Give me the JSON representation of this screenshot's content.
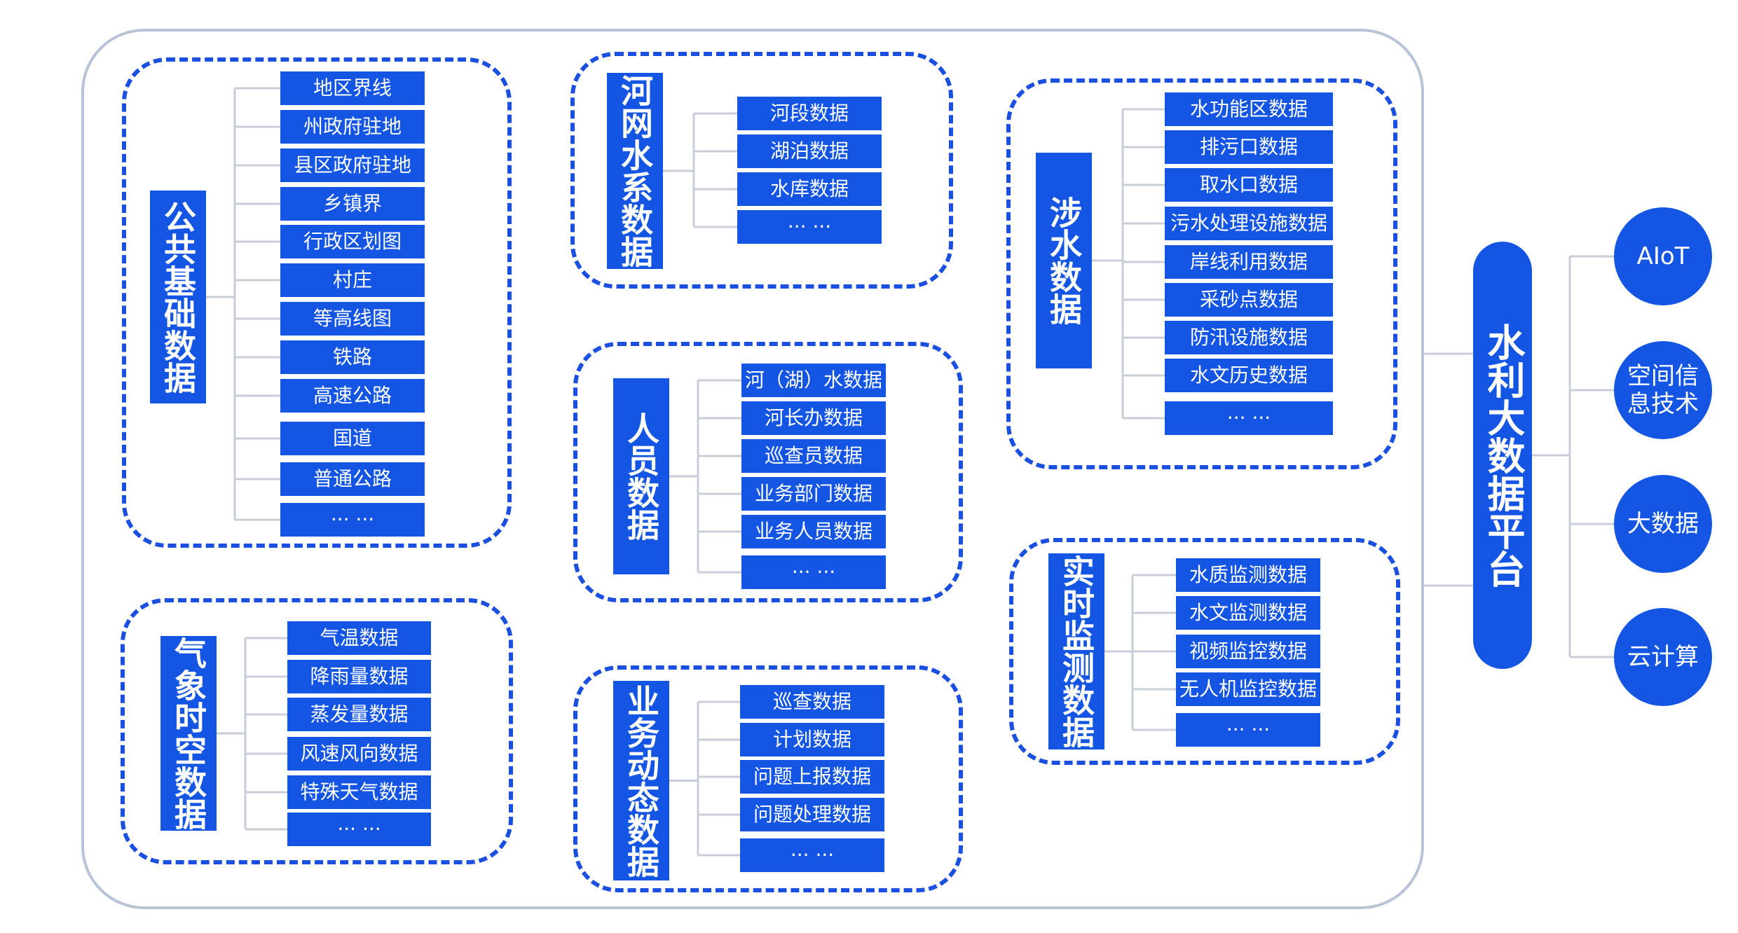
{
  "platform_title": "水利大数据平台",
  "technologies": [
    "AIoT",
    "空间信息技术",
    "大数据",
    "云计算"
  ],
  "groups": [
    {
      "title": "公共基础数据",
      "items": [
        "地区界线",
        "州政府驻地",
        "县区政府驻地",
        "乡镇界",
        "行政区划图",
        "村庄",
        "等高线图",
        "铁路",
        "高速公路",
        "国道",
        "普通公路",
        "··· ···"
      ]
    },
    {
      "title": "气象时空数据",
      "items": [
        "气温数据",
        "降雨量数据",
        "蒸发量数据",
        "风速风向数据",
        "特殊天气数据",
        "··· ···"
      ]
    },
    {
      "title": "河网水系数据",
      "items": [
        "河段数据",
        "湖泊数据",
        "水库数据",
        "··· ···"
      ]
    },
    {
      "title": "人员数据",
      "items": [
        "河（湖）水数据",
        "河长办数据",
        "巡查员数据",
        "业务部门数据",
        "业务人员数据",
        "··· ···"
      ]
    },
    {
      "title": "业务动态数据",
      "items": [
        "巡查数据",
        "计划数据",
        "问题上报数据",
        "问题处理数据",
        "··· ···"
      ]
    },
    {
      "title": "涉水数据",
      "items": [
        "水功能区数据",
        "排污口数据",
        "取水口数据",
        "污水处理设施数据",
        "岸线利用数据",
        "采砂点数据",
        "防汛设施数据",
        "水文历史数据",
        "··· ···"
      ]
    },
    {
      "title": "实时监测数据",
      "items": [
        "水质监测数据",
        "水文监测数据",
        "视频监控数据",
        "无人机监控数据",
        "··· ···"
      ]
    }
  ]
}
